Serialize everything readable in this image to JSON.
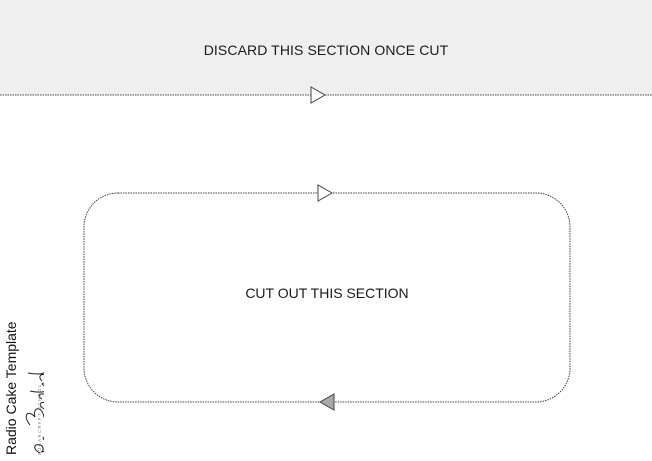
{
  "discard_label": "DISCARD THIS SECTION ONCE CUT",
  "cut_label": "CUT OUT THIS SECTION",
  "template_title": "Radio Cake Template",
  "brand": {
    "signature": "Paul Bradford",
    "school": "SUGARCRAFT SCHOOL"
  },
  "colors": {
    "discard_band": "#efefef",
    "cut_line": "#444444",
    "arrow_fill_solid": "#aaaaaa"
  },
  "icons": [
    "direction-arrow-right-icon",
    "direction-arrow-left-icon",
    "signature-logo"
  ]
}
